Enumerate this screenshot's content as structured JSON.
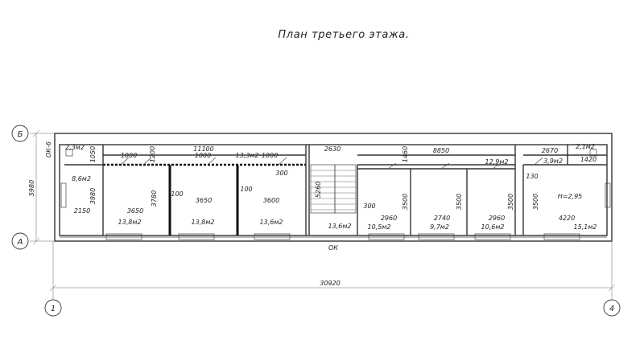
{
  "title": "План третьего этажа.",
  "axes": {
    "row_top": "Б",
    "row_bottom": "А",
    "col_left": "1",
    "col_right": "4"
  },
  "dimensions": {
    "overall_length": "30920",
    "overall_height": "5980",
    "corridor_length_left": "11100",
    "corridor_length_right": "8850",
    "d_3980": "3980",
    "d_1050": "1050",
    "d_1200": "1200",
    "d_3780": "3780",
    "d_2150": "2150",
    "d_3650_a": "3650",
    "d_3650_b": "3650",
    "d_3600": "3600",
    "d_1000_a": "1000",
    "d_1000_b": "1000",
    "d_1000_c": "1000",
    "d_300_a": "300",
    "d_300_b": "300",
    "d_100_a": "100",
    "d_100_b": "100",
    "d_2630": "2630",
    "d_1460": "1460",
    "d_5260": "5260",
    "d_2960_a": "2960",
    "d_2740": "2740",
    "d_2960_b": "2960",
    "d_3500_a": "3500",
    "d_3500_b": "3500",
    "d_3500_c": "3500",
    "d_3500_d": "3500",
    "d_2670": "2670",
    "d_1420": "1420",
    "d_130": "130",
    "d_4220": "4220"
  },
  "rooms": {
    "r_2_3": "2,3м2",
    "r_8_6": "8,6м2",
    "r_13_8_a": "13,8м2",
    "r_13_8_b": "13,8м2",
    "r_13_6_a": "13,6м2",
    "r_13_3": "13,3м2",
    "r_13_6_stair": "13,6м2",
    "r_10_5": "10,5м2",
    "r_9_7": "9,7м2",
    "r_10_6": "10,6м2",
    "r_12_9": "12,9м2",
    "r_3_9": "3,9м2",
    "r_2_1": "2,1м2",
    "r_15_1": "15,1м2"
  },
  "notes": {
    "ok6": "ОК-6",
    "ok": "ОК",
    "height": "Н=2,95"
  }
}
